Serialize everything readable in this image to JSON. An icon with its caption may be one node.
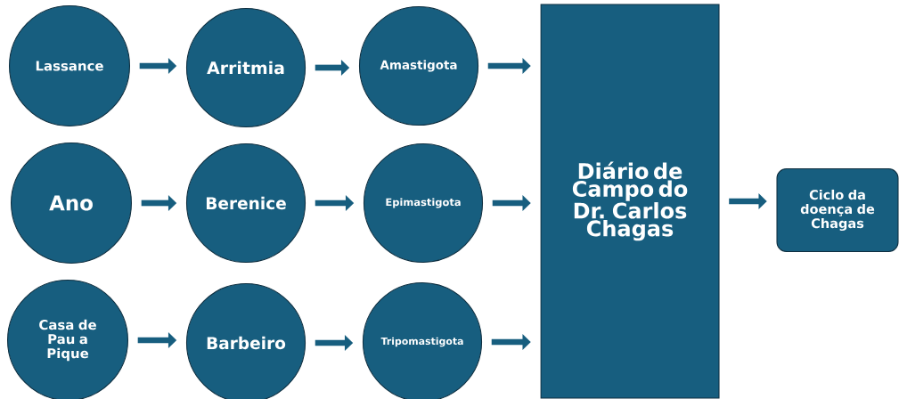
{
  "diagram": {
    "nodes": [
      {
        "text": [
          "Lassance"
        ]
      },
      {
        "text": [
          "Arritmia"
        ]
      },
      {
        "text": [
          "Amastigota"
        ]
      },
      {
        "text": [
          "Ano"
        ]
      },
      {
        "text": [
          "Berenice"
        ]
      },
      {
        "text": [
          "Epimastigota"
        ]
      },
      {
        "text": [
          "Casa de Pau a Pique"
        ]
      },
      {
        "text": [
          "Barbeiro"
        ]
      },
      {
        "text": [
          "Tripomastigota"
        ]
      },
      {
        "text": [
          "Diário de Campo do Dr. Carlos Chagas"
        ]
      },
      {
        "text": [
          "Ciclo da doença de Chagas"
        ]
      }
    ],
    "edges": [
      {
        "from": 0,
        "to": 1,
        "arrow": "to"
      },
      {
        "from": 1,
        "to": 2,
        "arrow": "to"
      },
      {
        "from": 2,
        "to": 9,
        "arrow": "to"
      },
      {
        "from": 3,
        "to": 4,
        "arrow": "to"
      },
      {
        "from": 4,
        "to": 5,
        "arrow": "to"
      },
      {
        "from": 5,
        "to": 9,
        "arrow": "to"
      },
      {
        "from": 6,
        "to": 7,
        "arrow": "to"
      },
      {
        "from": 7,
        "to": 8,
        "arrow": "to"
      },
      {
        "from": 8,
        "to": 9,
        "arrow": "to"
      },
      {
        "from": 9,
        "to": 10,
        "arrow": "to"
      }
    ]
  }
}
